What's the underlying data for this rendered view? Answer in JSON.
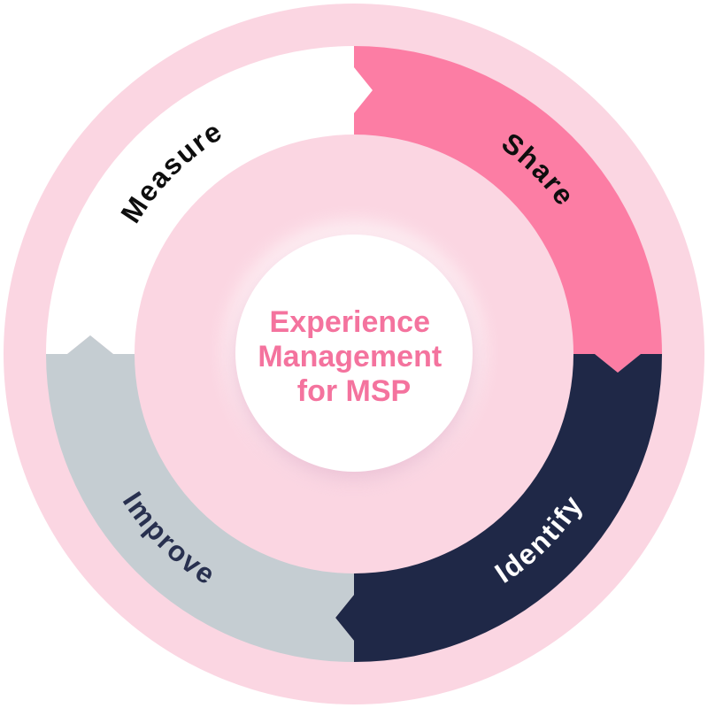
{
  "diagram": {
    "name": "Experience Management for MSP cycle",
    "direction": "clockwise",
    "center": {
      "line1": "Experience",
      "line2": "Management",
      "line3": "for MSP",
      "text_color": "#F4739E",
      "fill": "#FFFFFF"
    },
    "colors": {
      "page_background": "#FFFFFF",
      "outer_circle": "#FBD6E2",
      "center_shadow": "#D98FB4",
      "center_glow": "#FFFFFF"
    },
    "segments": [
      {
        "label": "Measure",
        "fill": "#FFFFFF",
        "label_color": "#0E0E0E",
        "position": "top-left",
        "order": 1
      },
      {
        "label": "Share",
        "fill": "#FC7DA4",
        "label_color": "#0E0E0E",
        "position": "top-right",
        "order": 2
      },
      {
        "label": "Identify",
        "fill": "#1F2847",
        "label_color": "#FFFFFF",
        "position": "bottom-right",
        "order": 3
      },
      {
        "label": "Improve",
        "fill": "#C5CDD2",
        "label_color": "#28304F",
        "position": "bottom-left",
        "order": 4
      }
    ]
  }
}
